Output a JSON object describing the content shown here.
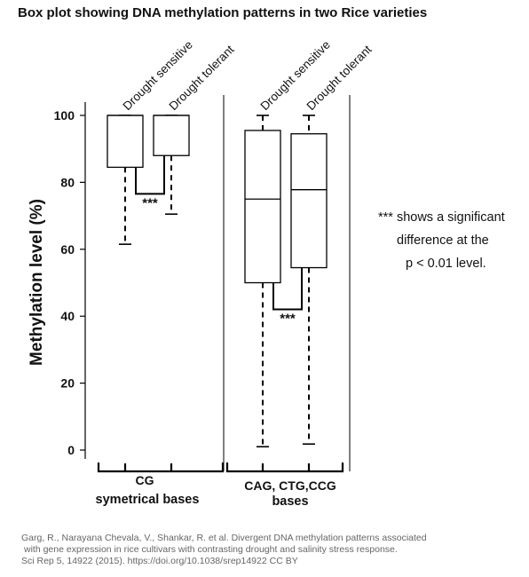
{
  "title": "Box plot showing DNA methylation patterns in two Rice varieties",
  "chart_data": {
    "type": "box",
    "title": "Box plot showing DNA methylation patterns in two Rice varieties",
    "ylabel": "Methylation level (%)",
    "ylim": [
      0,
      100
    ],
    "yticks": [
      0,
      20,
      40,
      60,
      80,
      100
    ],
    "grid": false,
    "series_labels": [
      "Drought sensitive",
      "Drought tolerant"
    ],
    "groups": [
      {
        "code": "CG",
        "label": "symetrical bases",
        "significance": "***",
        "boxes": [
          {
            "name": "Drought sensitive",
            "whisker_low": 61.5,
            "q1": 84.5,
            "median": 100,
            "q3": 100,
            "whisker_high": 100
          },
          {
            "name": "Drought tolerant",
            "whisker_low": 70.5,
            "q1": 88,
            "median": 100,
            "q3": 100,
            "whisker_high": 100
          }
        ]
      },
      {
        "code": "CAG, CTG,CCG",
        "label": "bases",
        "significance": "***",
        "boxes": [
          {
            "name": "Drought sensitive",
            "whisker_low": 1,
            "q1": 50,
            "median": 75,
            "q3": 95.5,
            "whisker_high": 100
          },
          {
            "name": "Drought tolerant",
            "whisker_low": 1.8,
            "q1": 54.5,
            "median": 77.8,
            "q3": 94.5,
            "whisker_high": 100
          }
        ]
      }
    ]
  },
  "note": {
    "line1": "***  shows a significant",
    "line2": "difference at the",
    "line3": "p < 0.01 level."
  },
  "citation": {
    "line1": "Garg, R., Narayana Chevala, V., Shankar, R. et al. Divergent DNA methylation patterns associated",
    "line2": "with gene expression in rice cultivars with contrasting drought and salinity stress response.",
    "line3": "Sci Rep 5, 14922 (2015). https://doi.org/10.1038/srep14922  CC BY"
  }
}
